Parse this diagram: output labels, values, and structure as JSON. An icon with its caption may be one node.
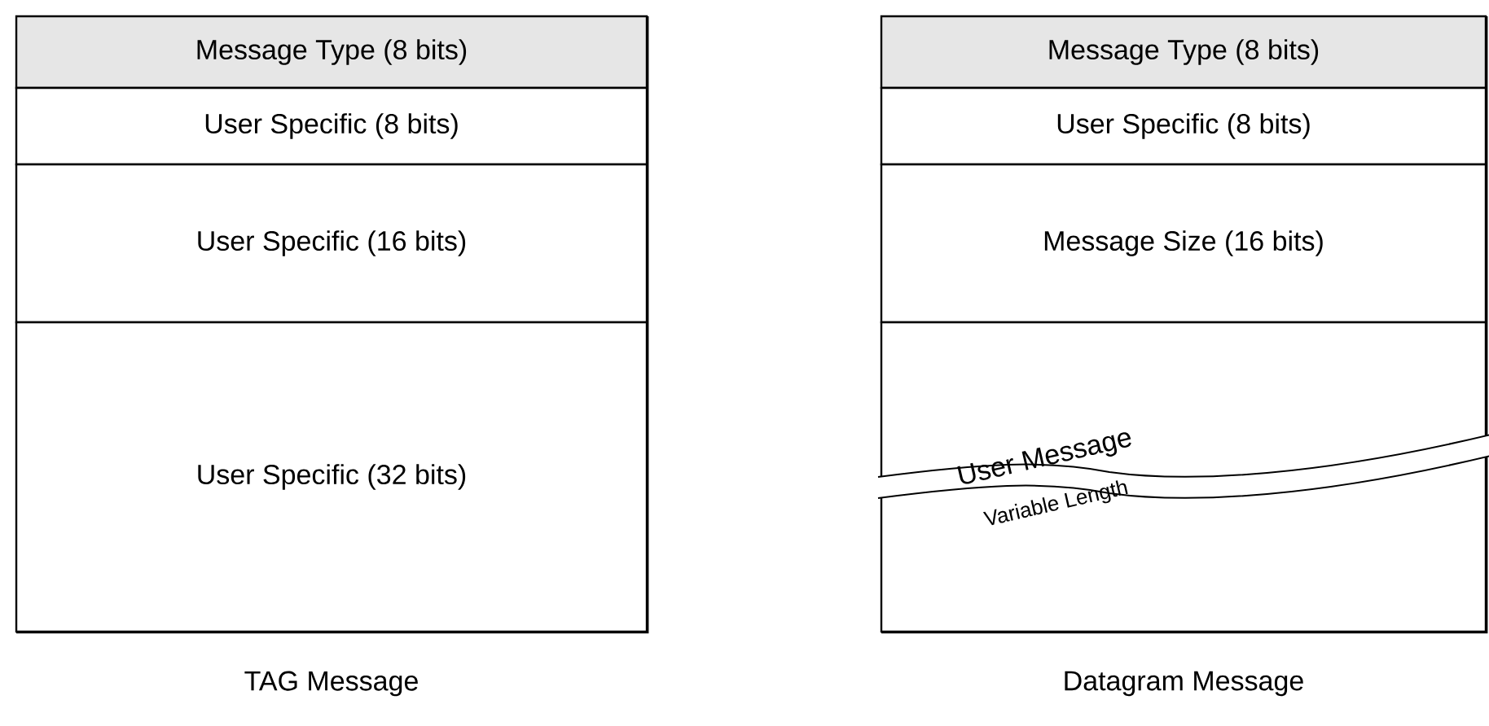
{
  "diagram": {
    "nodes": [
      {
        "text": [
          "TAG Message"
        ]
      },
      {
        "text": [
          "Message Type (8 bits)"
        ],
        "in": 0
      },
      {
        "text": [
          "User Specific (8 bits)"
        ],
        "in": 0
      },
      {
        "text": [
          "User Specific (16 bits)"
        ],
        "in": 0
      },
      {
        "text": [
          "User Specific (32 bits)"
        ],
        "in": 0
      },
      {
        "text": [
          "Datagram Message"
        ]
      },
      {
        "text": [
          "Message Type (8 bits)"
        ],
        "in": 5
      },
      {
        "text": [
          "User Specific (8 bits)"
        ],
        "in": 5
      },
      {
        "text": [
          "Message Size (16 bits)"
        ],
        "in": 5
      },
      {
        "text": [
          "User Message",
          "Variable Length"
        ],
        "in": 5
      }
    ]
  }
}
